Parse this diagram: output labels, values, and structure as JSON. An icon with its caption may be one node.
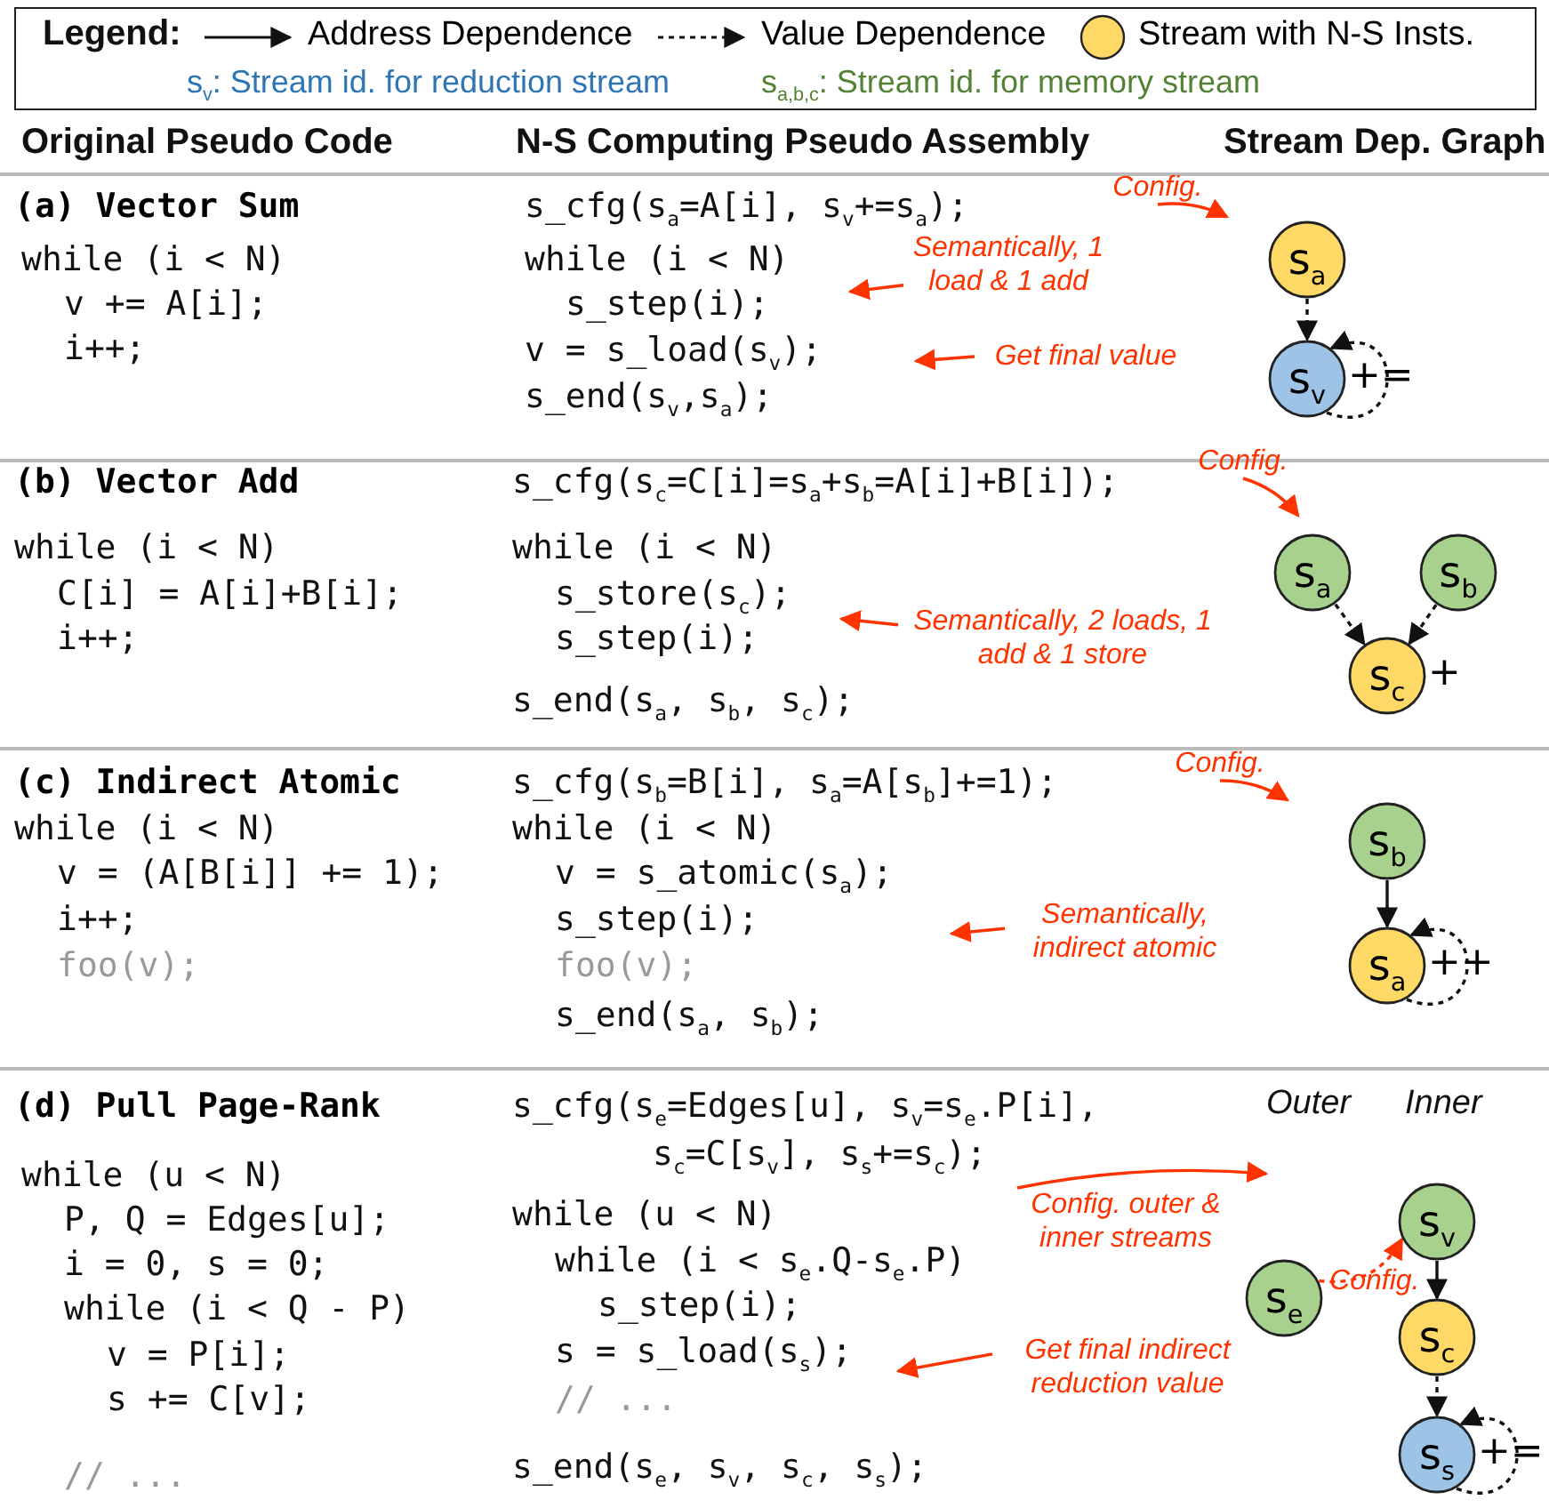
{
  "diagram": {
    "nodes": [
      {
        "text": [
          "Config."
        ]
      },
      {
        "text": [
          "Semantically, 1 load & 1 add"
        ]
      },
      {
        "text": [
          "Get final value"
        ]
      },
      {
        "text": [
          "s$_{a}$"
        ]
      },
      {
        "text": [
          "s$_{v}$"
        ],
        "beside": [
          "+="
        ]
      },
      {
        "text": [
          "Config."
        ]
      },
      {
        "text": [
          "Semantically, 2 loads, 1 add & 1 store"
        ]
      },
      {
        "text": [
          "s$_{a}$"
        ]
      },
      {
        "text": [
          "s$_{b}$"
        ]
      },
      {
        "text": [
          "s$_{c}$"
        ],
        "beside": [
          "+"
        ]
      },
      {
        "text": [
          "Config."
        ]
      },
      {
        "text": [
          "Semantically, indirect atomic"
        ]
      },
      {
        "text": [
          "s$_{b}$"
        ]
      },
      {
        "text": [
          "s$_{a}$"
        ],
        "beside": [
          "++"
        ]
      },
      {
        "text": [
          "Config. outer & inner streams"
        ]
      },
      {
        "text": [
          "Get final indirect reduction value"
        ]
      },
      {
        "text": [
          "s$_{v}$"
        ]
      },
      {
        "text": [
          "s$_{e}$"
        ]
      },
      {
        "text": [
          "s$_{c}$"
        ]
      },
      {
        "text": [
          "s$_{s}$"
        ],
        "beside": [
          "+="
        ]
      }
    ],
    "edges": [
      {
        "from": 0,
        "to": null,
        "arrow": "to",
        "color": "#ff3300"
      },
      {
        "from": 1,
        "to": null,
        "arrow": "to",
        "color": "#ff3300"
      },
      {
        "from": 2,
        "to": null,
        "arrow": "to",
        "color": "#ff3300"
      },
      {
        "from": 3,
        "to": 4,
        "arrow": "to",
        "style": "dashed",
        "color": "#111111"
      },
      {
        "from": 4,
        "to": 4,
        "arrow": "to",
        "style": "dashed",
        "color": "#111111"
      },
      {
        "from": 5,
        "to": null,
        "arrow": "to",
        "color": "#ff3300"
      },
      {
        "from": 6,
        "to": null,
        "arrow": "to",
        "color": "#ff3300"
      },
      {
        "from": 7,
        "to": 9,
        "arrow": "to",
        "style": "dashed",
        "color": "#111111"
      },
      {
        "from": 8,
        "to": 9,
        "arrow": "to",
        "style": "dashed",
        "color": "#111111"
      },
      {
        "from": 10,
        "to": null,
        "arrow": "to",
        "color": "#ff3300"
      },
      {
        "from": 11,
        "to": null,
        "arrow": "to",
        "color": "#ff3300"
      },
      {
        "from": 12,
        "to": 13,
        "arrow": "to",
        "color": "#111111"
      },
      {
        "from": 13,
        "to": 13,
        "arrow": "to",
        "style": "dashed",
        "color": "#111111"
      },
      {
        "from": 14,
        "to": null,
        "arrow": "to",
        "color": "#ff3300"
      },
      {
        "from": 15,
        "to": null,
        "arrow": "to",
        "color": "#ff3300"
      },
      {
        "from": 17,
        "to": 16,
        "arrow": "to",
        "style": "dashed",
        "color": "#ff3300",
        "label": "Config."
      },
      {
        "from": 16,
        "to": 18,
        "arrow": "to",
        "color": "#111111"
      },
      {
        "from": 18,
        "to": 19,
        "arrow": "to",
        "style": "dashed",
        "color": "#111111"
      },
      {
        "from": 19,
        "to": 19,
        "arrow": "to",
        "style": "dashed",
        "color": "#111111"
      }
    ],
    "labels": [
      "Legend:",
      "s$_{v}$: Stream id. for reduction stream",
      "s$_{a,b,c}$: Stream id. for memory stream",
      "Original Pseudo Code",
      "N-S Computing Pseudo Assembly",
      "Stream Dep. Graph",
      "(a) Vector Sum",
      "while (i < N)",
      "v += A[i];",
      "i++;",
      "s_cfg(s$_{a}$=A[i], s$_{v}$+=s$_{a}$);",
      "while (i < N)",
      "s_step(i);",
      "v = s_load(s$_{v}$);",
      "s_end(s$_{v}$,s$_{a}$);",
      "(b) Vector Add",
      "while (i < N)",
      "C[i] = A[i]+B[i];",
      "i++;",
      "s_cfg(s$_{c}$=C[i]=s$_{a}$+s$_{b}$=A[i]+B[i]);",
      "while (i < N)",
      "s_store(s$_{c}$);",
      "s_step(i);",
      "s_end(s$_{a}$, s$_{b}$, s$_{c}$);",
      "(c) Indirect Atomic",
      "while (i < N)",
      "v = (A[B[i]] += 1);",
      "i++;",
      "foo(v);",
      "s_cfg(s$_{b}$=B[i], s$_{a}$=A[s$_{b}$]+=1);",
      "while (i < N)",
      "v = s_atomic(s$_{a}$);",
      "s_step(i);",
      "foo(v);",
      "s_end(s$_{a}$, s$_{b}$);",
      "(d) Pull Page-Rank",
      "while (u < N)",
      "P, Q = Edges[u];",
      "i = 0, s = 0;",
      "while (i < Q - P)",
      "v = P[i];",
      "s += C[v];",
      "// ...",
      "s_cfg(s$_{e}$=Edges[u], s$_{v}$=s$_{e}$.P[i],",
      "s$_{c}$=C[s$_{v}$], s$_{s}$+=s$_{c}$);",
      "while (u < N)",
      "while (i < s$_{e}$.Q-s$_{e}$.P)",
      "s_step(i);",
      "s = s_load(s$_{s}$);",
      "// ...",
      "s_end(s$_{e}$, s$_{v}$, s$_{c}$, s$_{s}$);",
      "Outer",
      "Inner"
    ],
    "legend": [
      {
        "text": "Address Dependence"
      },
      {
        "text": "Value Dependence"
      },
      {
        "text": "Stream with N-S Insts.",
        "color": "#ffd966"
      }
    ]
  }
}
